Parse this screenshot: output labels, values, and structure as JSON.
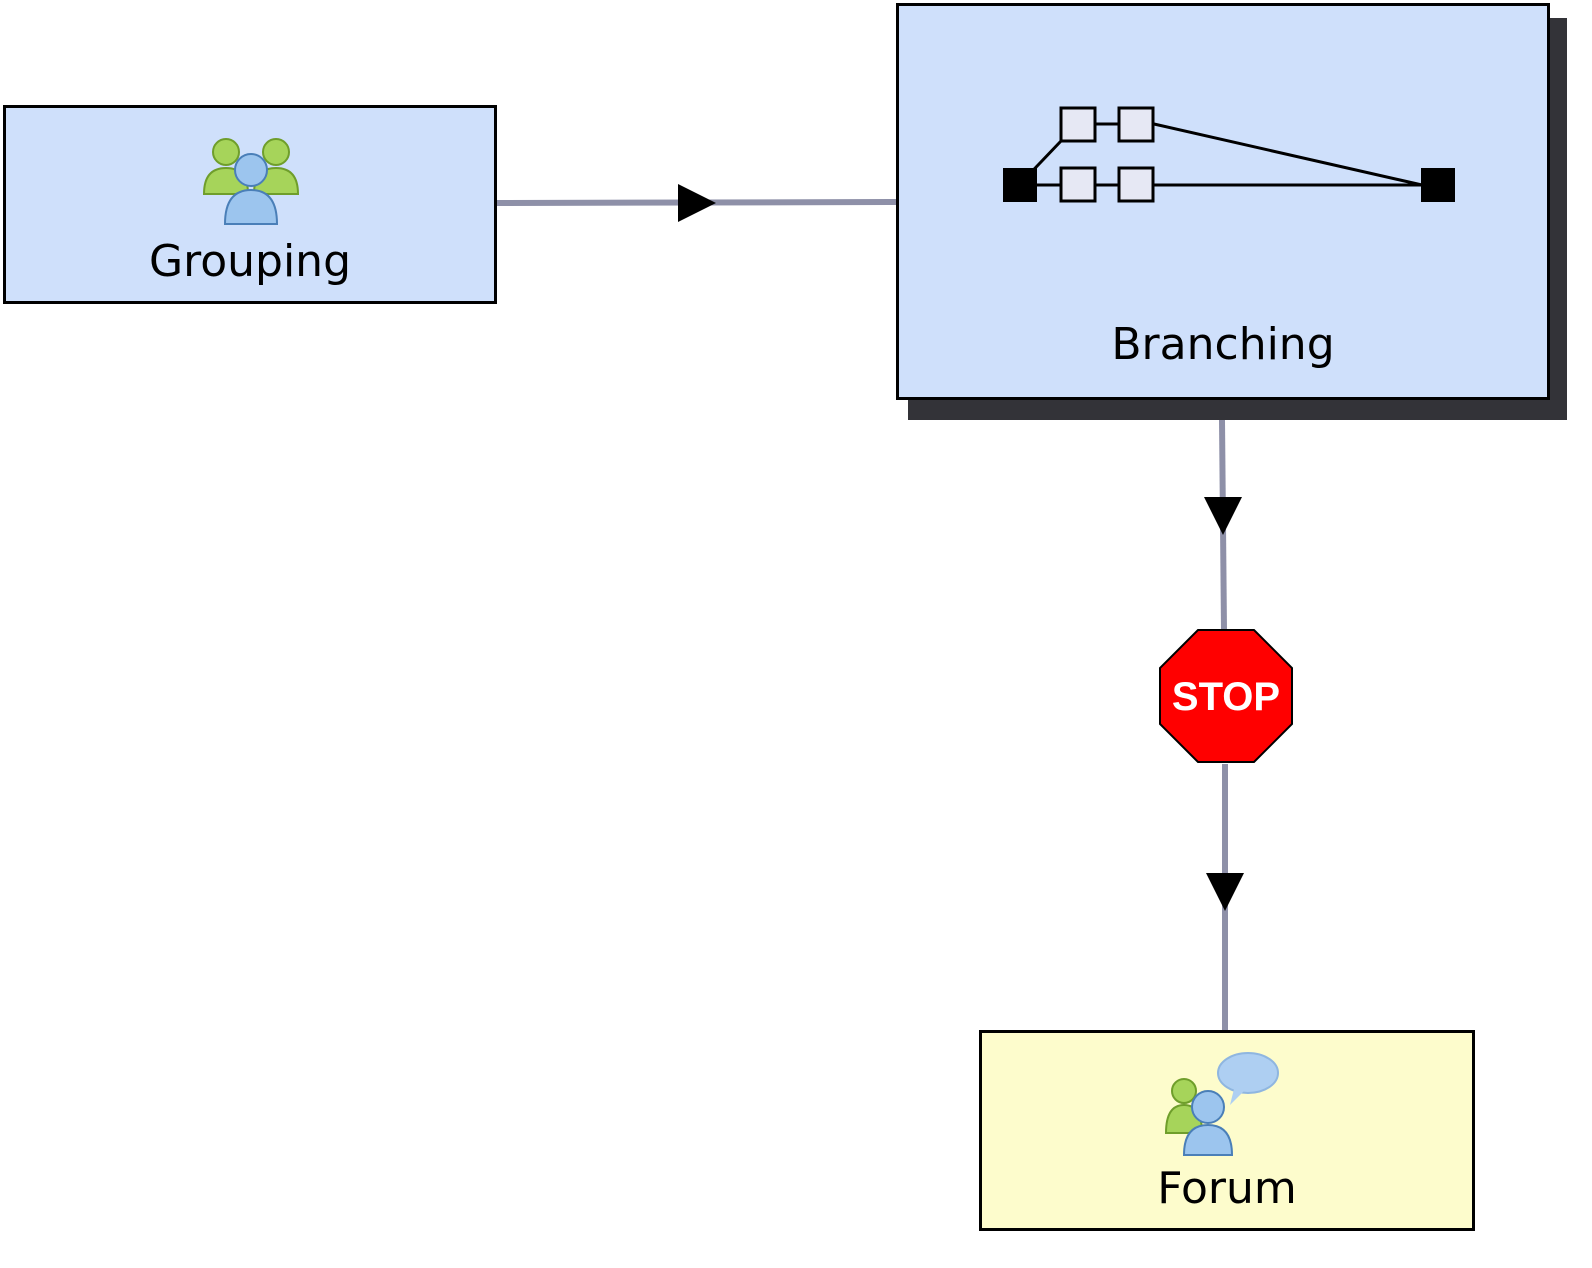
{
  "nodes": {
    "grouping": {
      "label": "Grouping",
      "icon": "group-users-icon",
      "fill": "#cfe0fb"
    },
    "branching": {
      "label": "Branching",
      "icon": "branching-flow-icon",
      "fill": "#cfe0fb"
    },
    "forum": {
      "label": "Forum",
      "icon": "forum-chat-icon",
      "fill": "#fdfccc"
    }
  },
  "stop_gate": {
    "label": "STOP",
    "color": "#ff0000"
  },
  "edges": [
    {
      "from": "grouping",
      "to": "branching"
    },
    {
      "from": "branching",
      "to": "forum"
    }
  ],
  "colors": {
    "connector": "#8e90a8",
    "border": "#000000"
  }
}
